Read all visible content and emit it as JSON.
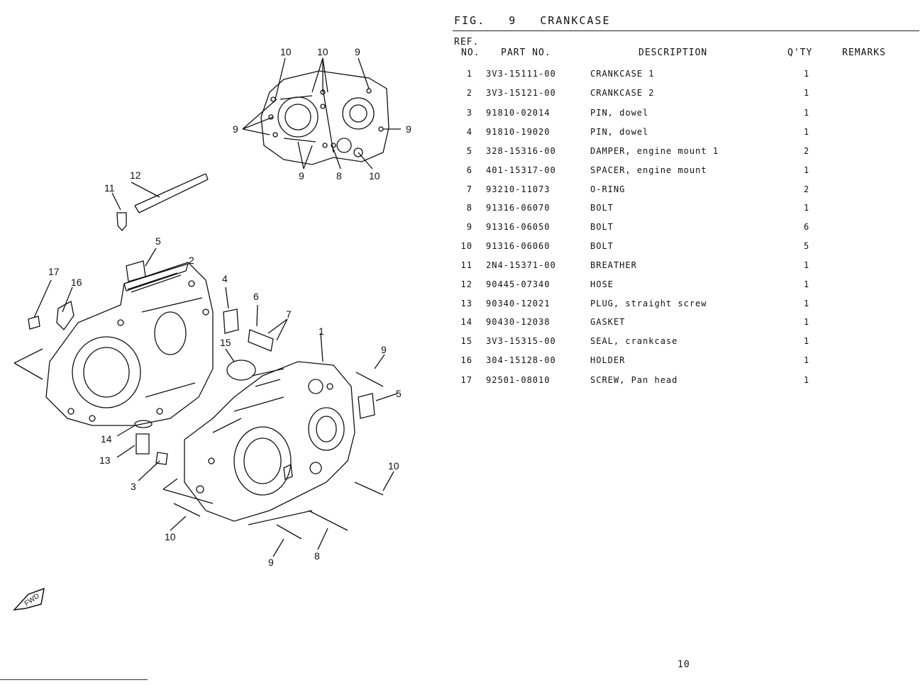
{
  "figure": {
    "label": "FIG.",
    "number": "9",
    "title": "CRANKCASE"
  },
  "columns": {
    "ref_line1": "REF.",
    "ref_line2": "NO.",
    "part_no": "PART NO.",
    "description": "DESCRIPTION",
    "qty": "Q'TY",
    "remarks": "REMARKS"
  },
  "parts": [
    {
      "no": "1",
      "part": "3V3-15111-00",
      "desc": "CRANKCASE 1",
      "qty": "1"
    },
    {
      "no": "2",
      "part": "3V3-15121-00",
      "desc": "CRANKCASE 2",
      "qty": "1"
    },
    {
      "no": "3",
      "part": "91810-02014",
      "desc": "PIN, dowel",
      "qty": "1"
    },
    {
      "no": "4",
      "part": "91810-19020",
      "desc": "PIN, dowel",
      "qty": "1"
    },
    {
      "no": "5",
      "part": "328-15316-00",
      "desc": "DAMPER, engine mount 1",
      "qty": "2"
    },
    {
      "no": "6",
      "part": "401-15317-00",
      "desc": "SPACER, engine mount",
      "qty": "1"
    },
    {
      "no": "7",
      "part": "93210-11073",
      "desc": "O-RING",
      "qty": "2"
    },
    {
      "no": "8",
      "part": "91316-06070",
      "desc": "BOLT",
      "qty": "1"
    },
    {
      "no": "9",
      "part": "91316-06050",
      "desc": "BOLT",
      "qty": "6"
    },
    {
      "no": "10",
      "part": "91316-06060",
      "desc": "BOLT",
      "qty": "5"
    },
    {
      "no": "11",
      "part": "2N4-15371-00",
      "desc": "BREATHER",
      "qty": "1"
    },
    {
      "no": "12",
      "part": "90445-07340",
      "desc": "HOSE",
      "qty": "1"
    },
    {
      "no": "13",
      "part": "90340-12021",
      "desc": "PLUG, straight screw",
      "qty": "1"
    },
    {
      "no": "14",
      "part": "90430-12038",
      "desc": "GASKET",
      "qty": "1"
    },
    {
      "no": "15",
      "part": "3V3-15315-00",
      "desc": "SEAL, crankcase",
      "qty": "1"
    },
    {
      "no": "16",
      "part": "304-15128-00",
      "desc": "HOLDER",
      "qty": "1"
    },
    {
      "no": "17",
      "part": "92501-08010",
      "desc": "SCREW, Pan head",
      "qty": "1"
    }
  ],
  "diagram": {
    "fwd_label": "FWD",
    "callouts": {
      "c1": "1",
      "c2": "2",
      "c3": "3",
      "c4": "4",
      "c5a": "5",
      "c5b": "5",
      "c6": "6",
      "c7": "7",
      "c8a": "8",
      "c8b": "8",
      "c9a": "9",
      "c9b": "9",
      "c9c": "9",
      "c9d": "9",
      "c9e": "9",
      "c9f": "9",
      "c10a": "10",
      "c10b": "10",
      "c10c": "10",
      "c10d": "10",
      "c10e": "10",
      "c11": "11",
      "c12": "12",
      "c13": "13",
      "c14": "14",
      "c15": "15",
      "c16": "16",
      "c17": "17"
    }
  },
  "page_number": "10"
}
